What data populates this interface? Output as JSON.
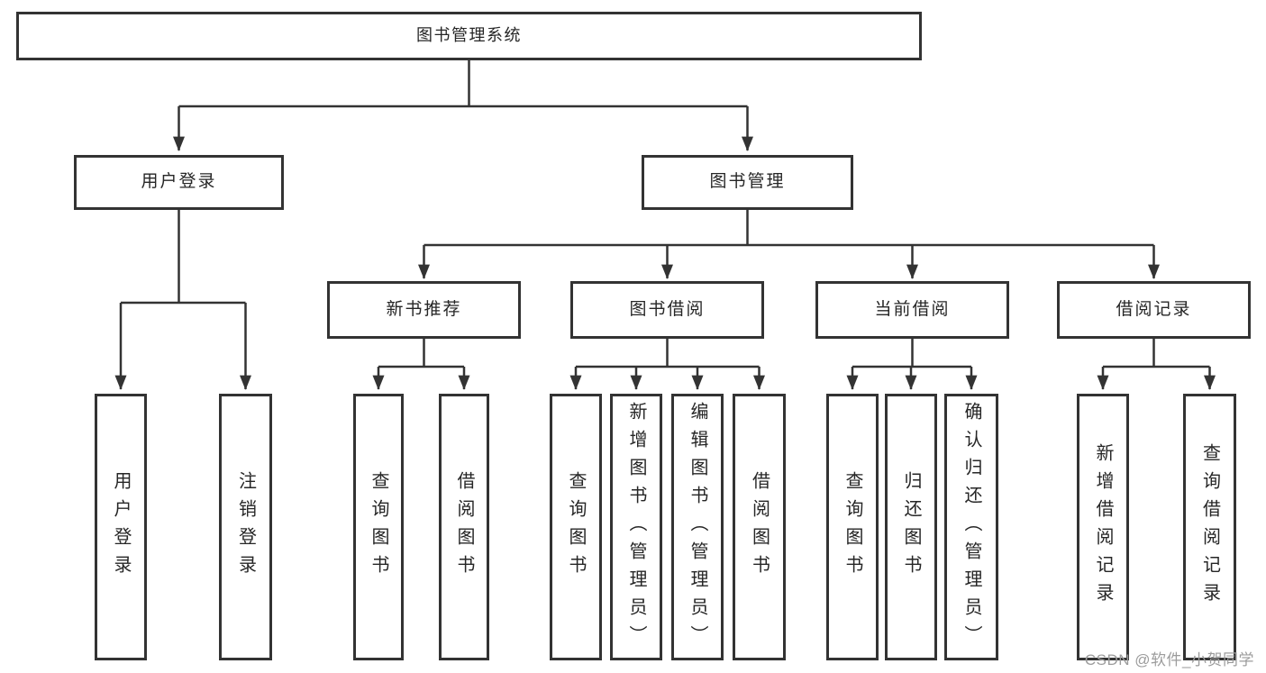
{
  "diagram": {
    "title": "图书管理系统",
    "colors": {
      "line": "#333333",
      "text": "#262626",
      "box_background": "#ffffff",
      "watermark_gray": "#9c9c9c"
    },
    "nodes": {
      "root": {
        "label": "图书管理系统"
      },
      "user_login_branch": {
        "label": "用户登录"
      },
      "book_management_branch": {
        "label": "图书管理"
      },
      "new_book_recommend": {
        "label": "新书推荐"
      },
      "book_borrowing": {
        "label": "图书借阅"
      },
      "current_borrowing": {
        "label": "当前借阅"
      },
      "borrowing_records": {
        "label": "借阅记录"
      },
      "leaf_user_login": {
        "label": "用户登录"
      },
      "leaf_logout": {
        "label": "注销登录"
      },
      "leaf_query_books_recommend": {
        "label": "查询图书"
      },
      "leaf_borrow_books_recommend": {
        "label": "借阅图书"
      },
      "leaf_query_books_borrowing": {
        "label": "查询图书"
      },
      "leaf_add_book_admin": {
        "label": "新增图书（管理员）"
      },
      "leaf_edit_book_admin": {
        "label": "编辑图书（管理员）"
      },
      "leaf_borrow_books": {
        "label": "借阅图书"
      },
      "leaf_query_books_current": {
        "label": "查询图书"
      },
      "leaf_return_book": {
        "label": "归还图书"
      },
      "leaf_confirm_return_admin": {
        "label": "确认归还（管理员）"
      },
      "leaf_add_borrow_record": {
        "label": "新增借阅记录"
      },
      "leaf_query_borrow_record": {
        "label": "查询借阅记录"
      }
    },
    "watermark": {
      "text": "CSDN @软件_小贺同学"
    }
  }
}
